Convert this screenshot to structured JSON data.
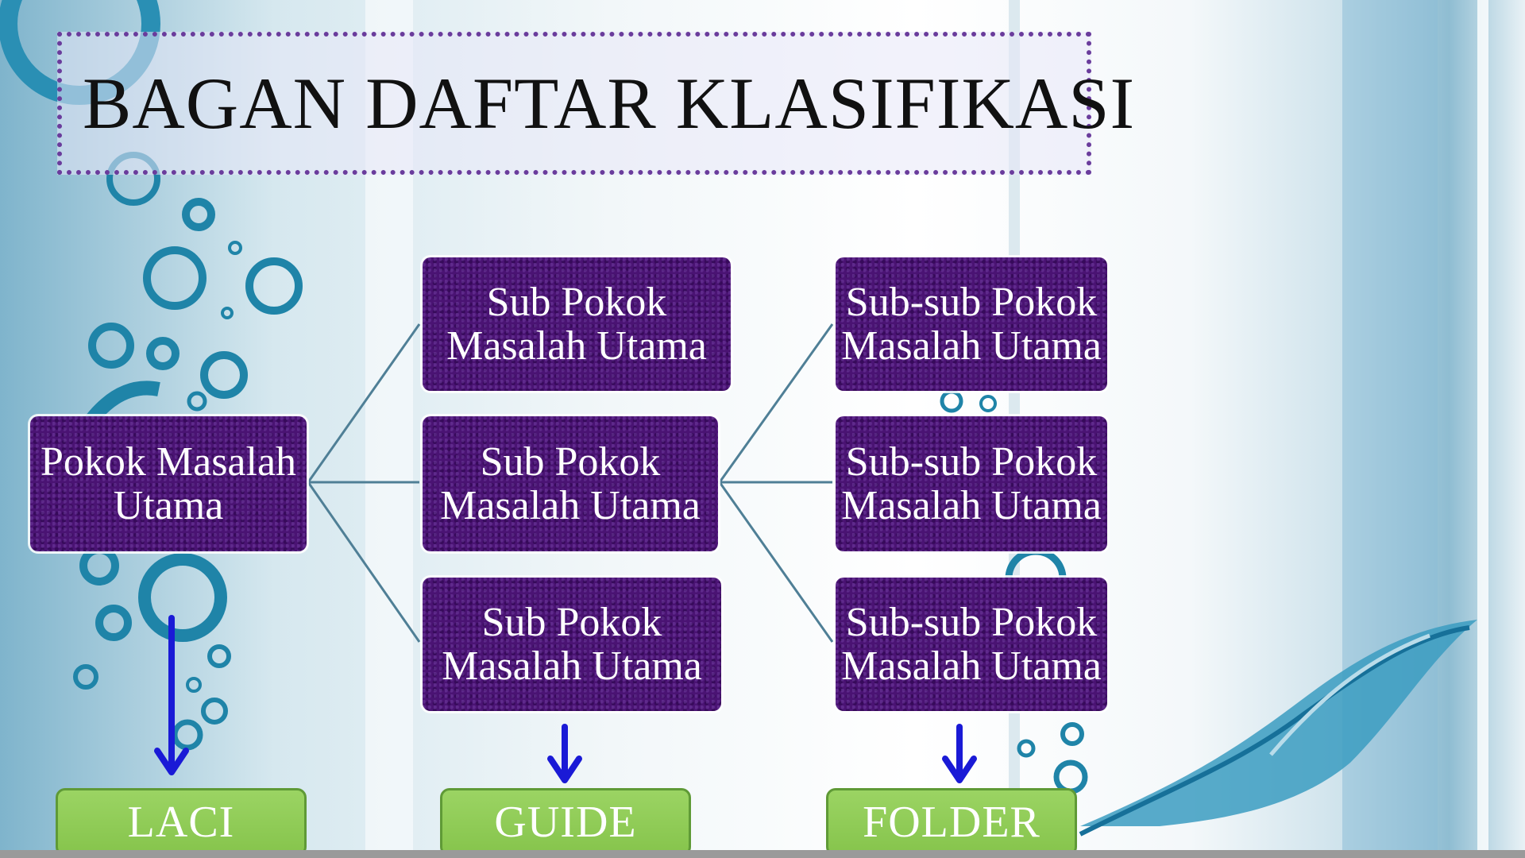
{
  "title": "BAGAN DAFTAR KLASIFIKASI",
  "root": {
    "line1": "Pokok Masalah",
    "line2": "Utama"
  },
  "sub_nodes": [
    {
      "line1": "Sub Pokok",
      "line2": "Masalah Utama"
    },
    {
      "line1": "Sub Pokok",
      "line2": "Masalah Utama"
    },
    {
      "line1": "Sub Pokok",
      "line2": "Masalah Utama"
    }
  ],
  "subsub_nodes": [
    {
      "line1": "Sub-sub Pokok",
      "line2": "Masalah Utama"
    },
    {
      "line1": "Sub-sub Pokok",
      "line2": "Masalah Utama"
    },
    {
      "line1": "Sub-sub Pokok",
      "line2": "Masalah Utama"
    }
  ],
  "labels": {
    "laci": "LACI",
    "guide": "GUIDE",
    "folder": "FOLDER"
  },
  "colors": {
    "node_fill": "#4a1373",
    "label_fill": "#86c44c",
    "arrow": "#1a1ad6",
    "connector": "#4f7f96",
    "title_border": "#6a3c9c"
  }
}
